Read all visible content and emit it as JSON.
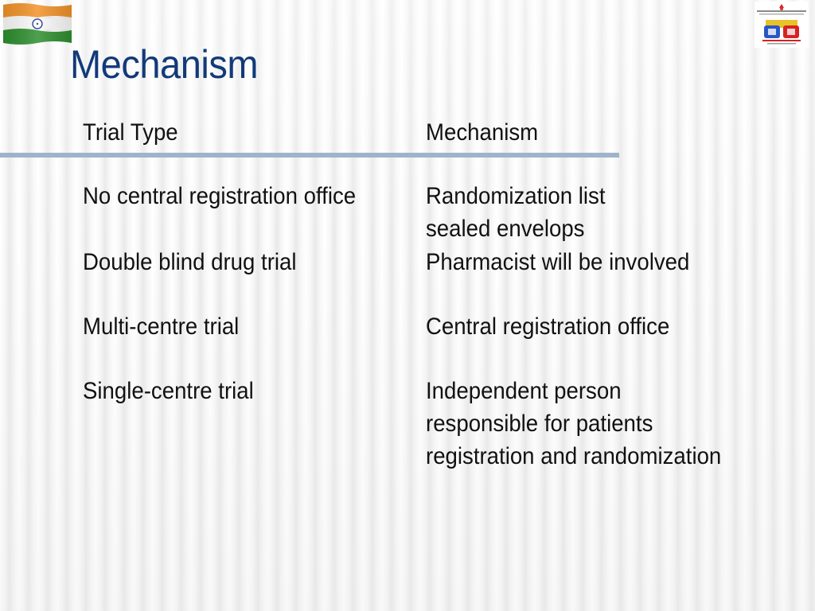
{
  "slide": {
    "title": "Mechanism"
  },
  "table": {
    "headers": [
      "Trial Type",
      "Mechanism"
    ],
    "rows": [
      {
        "trial_type": "No central registration office",
        "mechanism": [
          "Randomization list",
          "sealed envelops"
        ]
      },
      {
        "trial_type": "Double blind drug trial",
        "mechanism": [
          "Pharmacist will be involved"
        ]
      },
      {
        "trial_type": "Multi-centre trial",
        "mechanism": [
          "Central registration office"
        ]
      },
      {
        "trial_type": "Single-centre trial",
        "mechanism": [
          "Independent person",
          "responsible for patients",
          "registration and randomization"
        ]
      }
    ]
  },
  "colors": {
    "title": "#123a7a",
    "header_rule": "#9fb3cc",
    "text": "#111111"
  },
  "icons": {
    "top_left": "india-flag-icon",
    "top_right": "institute-logo-icon"
  }
}
